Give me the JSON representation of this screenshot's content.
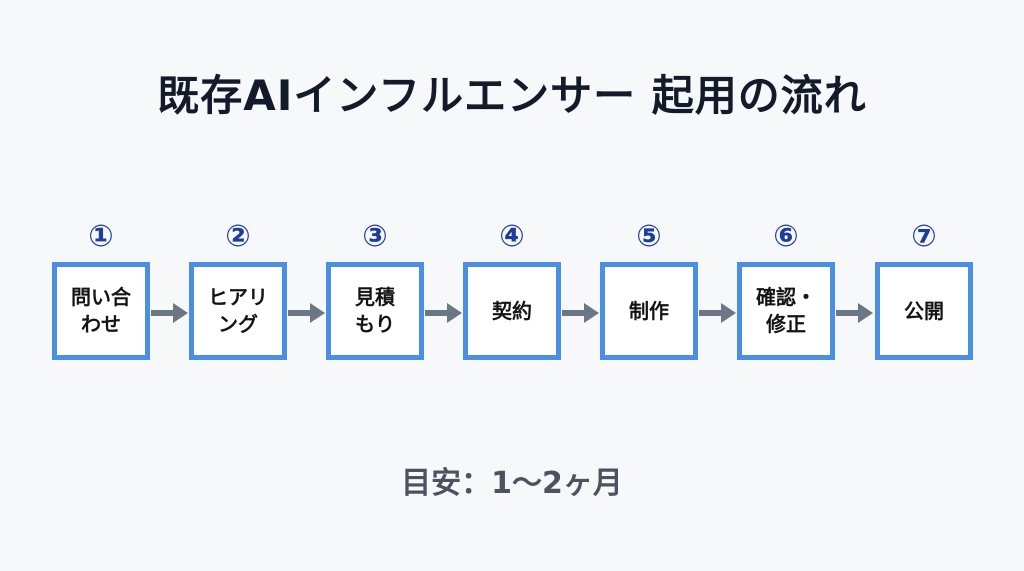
{
  "title": "既存AIインフルエンサー 起用の流れ",
  "steps": [
    {
      "num": "①",
      "label": "問い合\nわせ"
    },
    {
      "num": "②",
      "label": "ヒアリ\nング"
    },
    {
      "num": "③",
      "label": "見積\nもり"
    },
    {
      "num": "④",
      "label": "契約"
    },
    {
      "num": "⑤",
      "label": "制作"
    },
    {
      "num": "⑥",
      "label": "確認・\n修正"
    },
    {
      "num": "⑦",
      "label": "公開"
    }
  ],
  "footer": "目安：1〜2ヶ月",
  "colors": {
    "box_border": "#4a8fe3",
    "number": "#1d3d9b",
    "arrow": "#6b7785"
  }
}
